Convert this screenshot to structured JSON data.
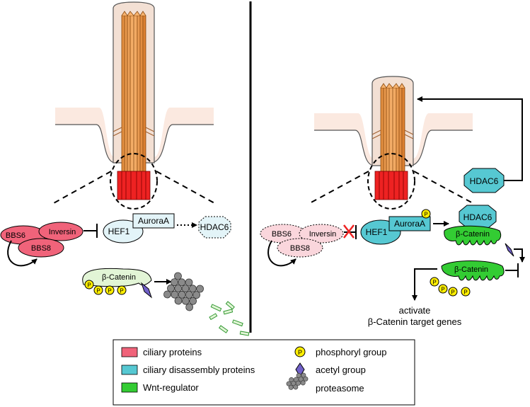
{
  "left_panel": {
    "bbs6": "BBS6",
    "inversin": "Inversin",
    "bbs8": "BBS8",
    "hef1": "HEF1",
    "auroraa": "AuroraA",
    "hdac6": "HDAC6",
    "beta_catenin": "β-Catenin",
    "phospho": "P"
  },
  "right_panel": {
    "bbs6": "BBS6",
    "inversin": "Inversin",
    "bbs8": "BBS8",
    "hef1": "HEF1",
    "auroraa": "AuroraA",
    "hdac6_top": "HDAC6",
    "hdac6_complex": "HDAC6",
    "beta_catenin_1": "β-Catenin",
    "beta_catenin_2": "β-Catenin",
    "phospho": "P",
    "activate_line1": "activate",
    "activate_line2": "β-Catenin target genes"
  },
  "legend": {
    "items": [
      {
        "label": "ciliary proteins",
        "color": "#f0637a"
      },
      {
        "label": "ciliary disassembly proteins",
        "color": "#56c8d2"
      },
      {
        "label": "Wnt-regulator",
        "color": "#33cc33"
      },
      {
        "label": "phosphoryl group",
        "icon": "phosphoryl-icon"
      },
      {
        "label": "acetyl group",
        "icon": "acetyl-diamond-icon"
      },
      {
        "label": "proteasome",
        "icon": "proteasome-icon"
      }
    ]
  },
  "colors": {
    "ciliary": "#f0637a",
    "ciliary_faded": "#fad6dc",
    "disassembly": "#56c8d2",
    "disassembly_faded": "#e3f4f8",
    "wnt": "#33cc33",
    "wnt_faded": "#e2f5d6",
    "phosphoryl": "#ffee00",
    "acetyl": "#7060c8",
    "axoneme": "#f0a050",
    "basal_body": "#ee2222",
    "membrane": "#f8e6dc"
  }
}
